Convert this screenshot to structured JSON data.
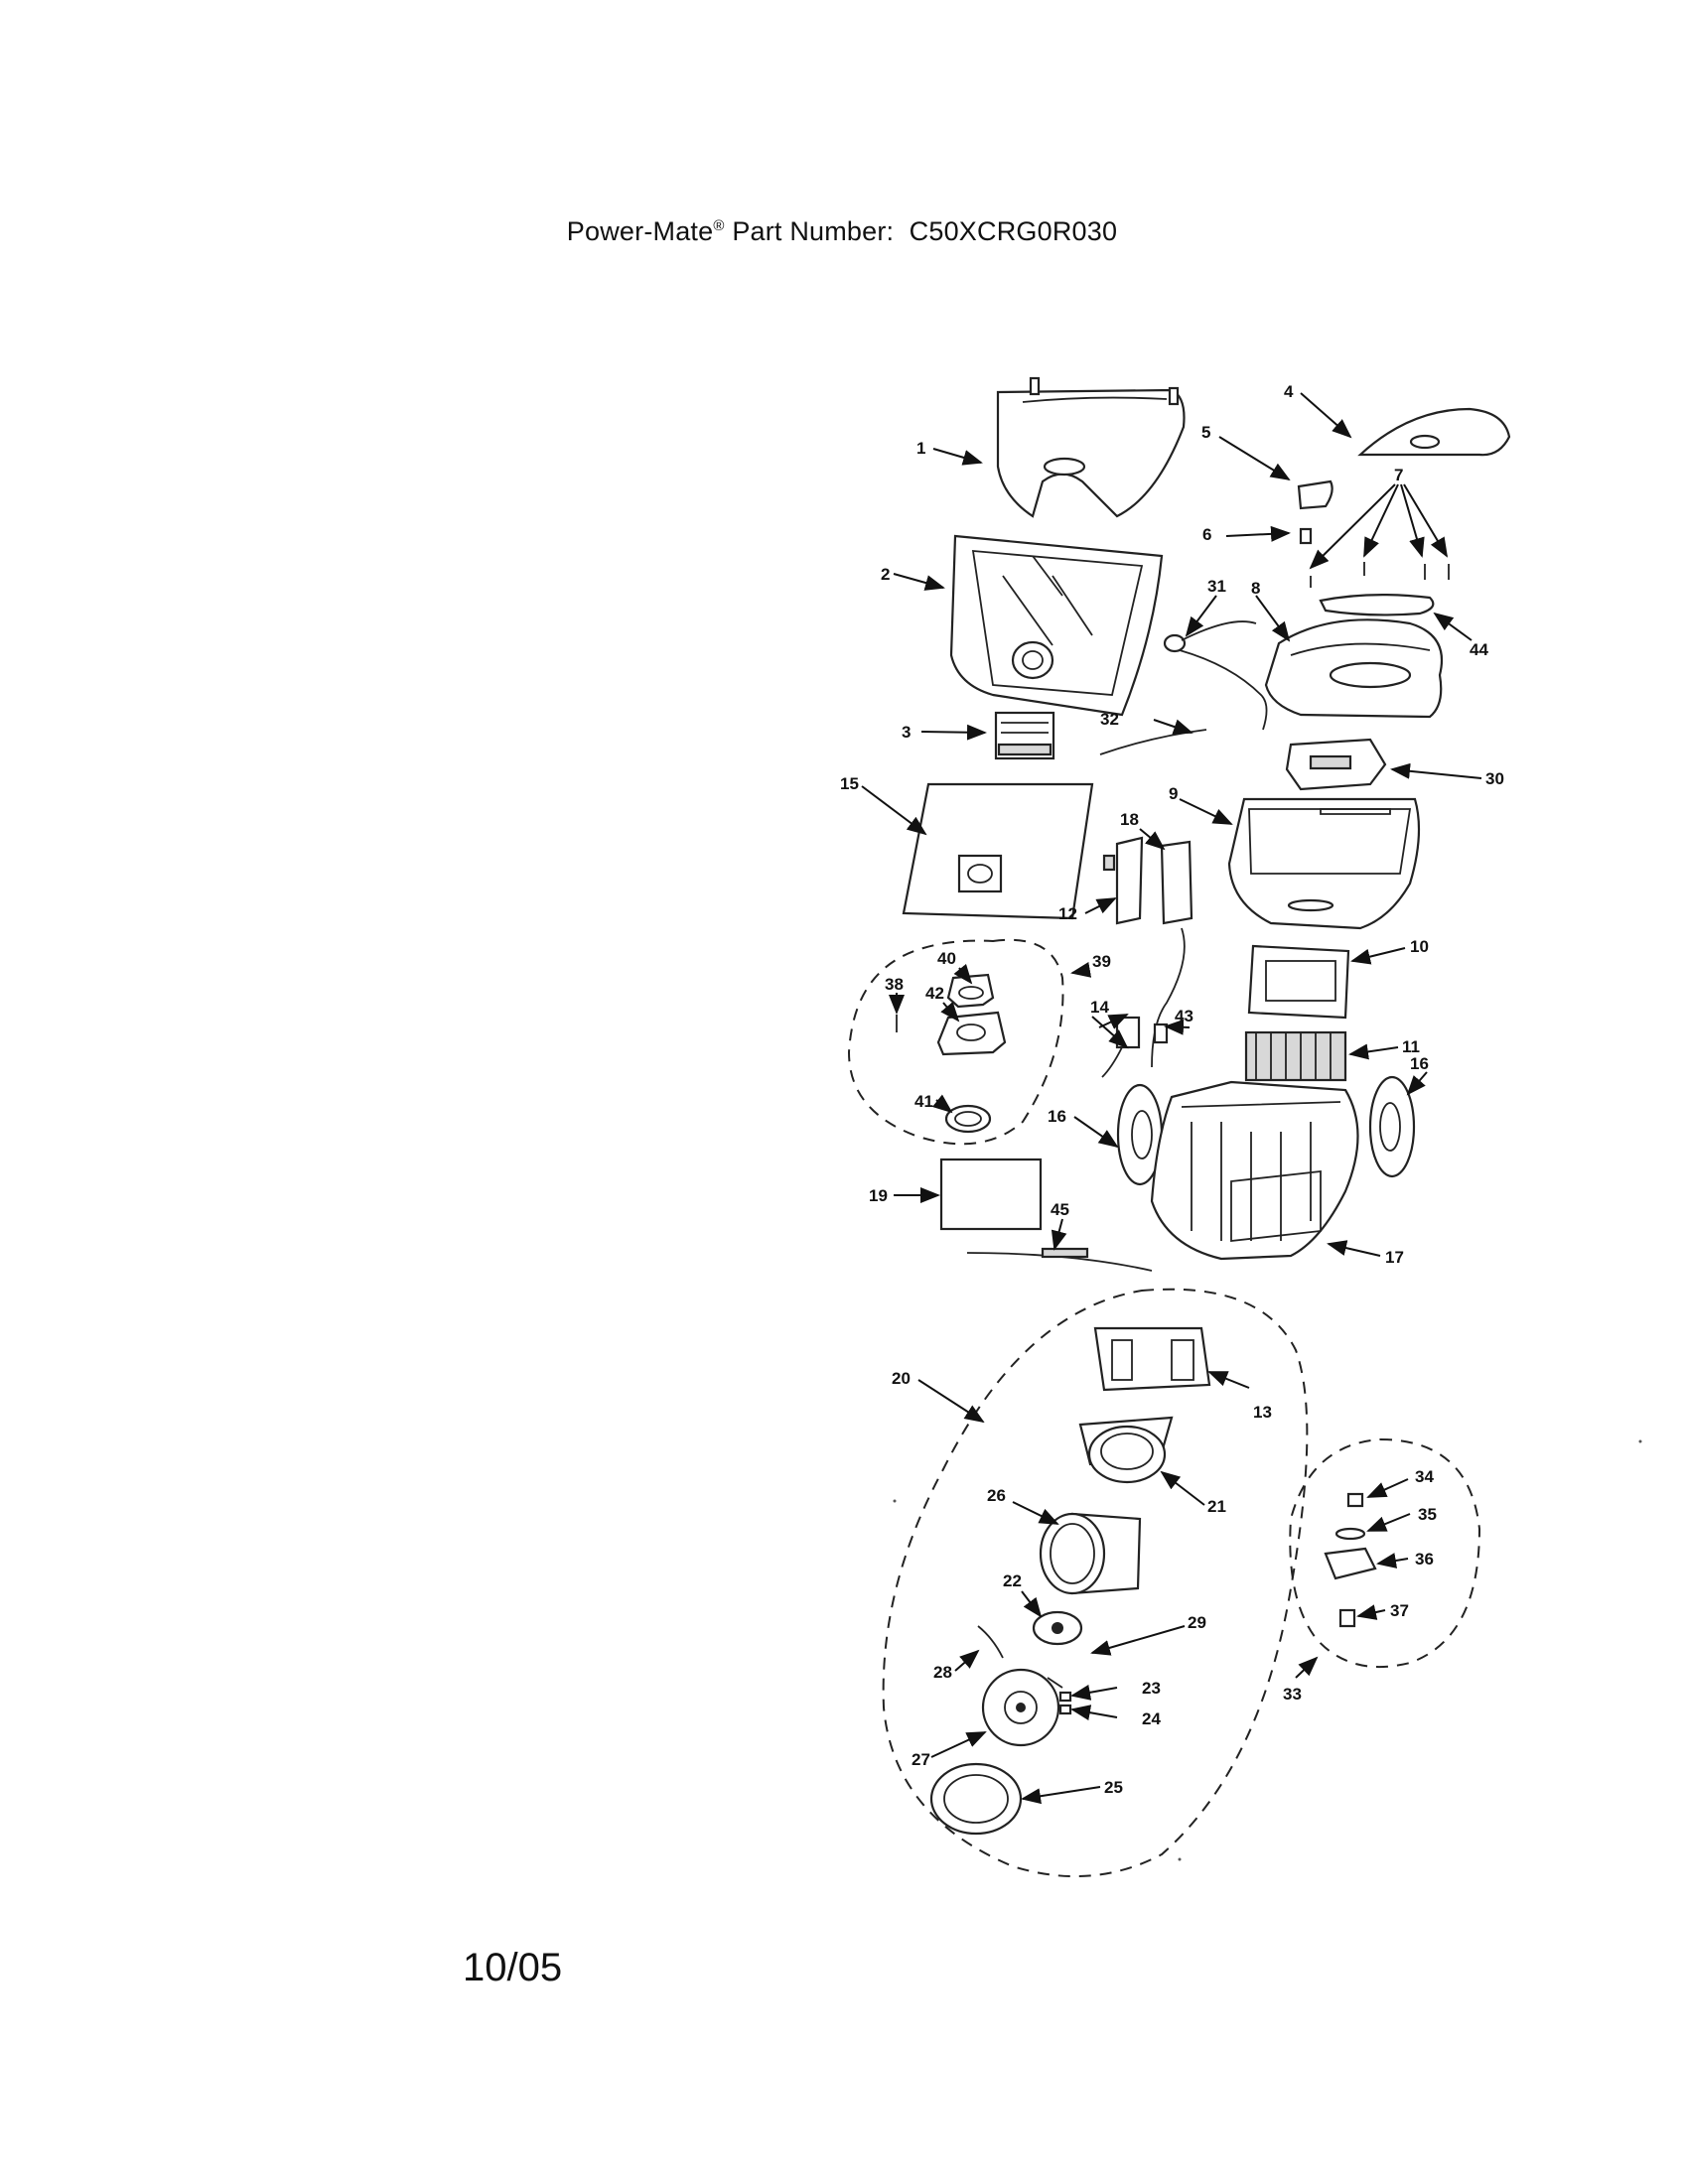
{
  "header": {
    "brand": "Power-Mate",
    "registered_mark": "®",
    "part_number_label": "Part Number:",
    "part_number": "C50XCRG0R030"
  },
  "footer": {
    "date_code": "10/05"
  },
  "callouts": {
    "c1": "1",
    "c2": "2",
    "c3": "3",
    "c4": "4",
    "c5": "5",
    "c6": "6",
    "c7": "7",
    "c8": "8",
    "c9": "9",
    "c10": "10",
    "c11": "11",
    "c12": "12",
    "c13": "13",
    "c14": "14",
    "c15": "15",
    "c16a": "16",
    "c16b": "16",
    "c17": "17",
    "c18": "18",
    "c19": "19",
    "c20": "20",
    "c21": "21",
    "c22": "22",
    "c23": "23",
    "c24": "24",
    "c25": "25",
    "c26": "26",
    "c27": "27",
    "c28": "28",
    "c29": "29",
    "c30": "30",
    "c31": "31",
    "c32": "32",
    "c33": "33",
    "c34": "34",
    "c35": "35",
    "c36": "36",
    "c37": "37",
    "c38": "38",
    "c39": "39",
    "c40": "40",
    "c41": "41",
    "c42": "42",
    "c43": "43",
    "c44": "44",
    "c45": "45"
  }
}
